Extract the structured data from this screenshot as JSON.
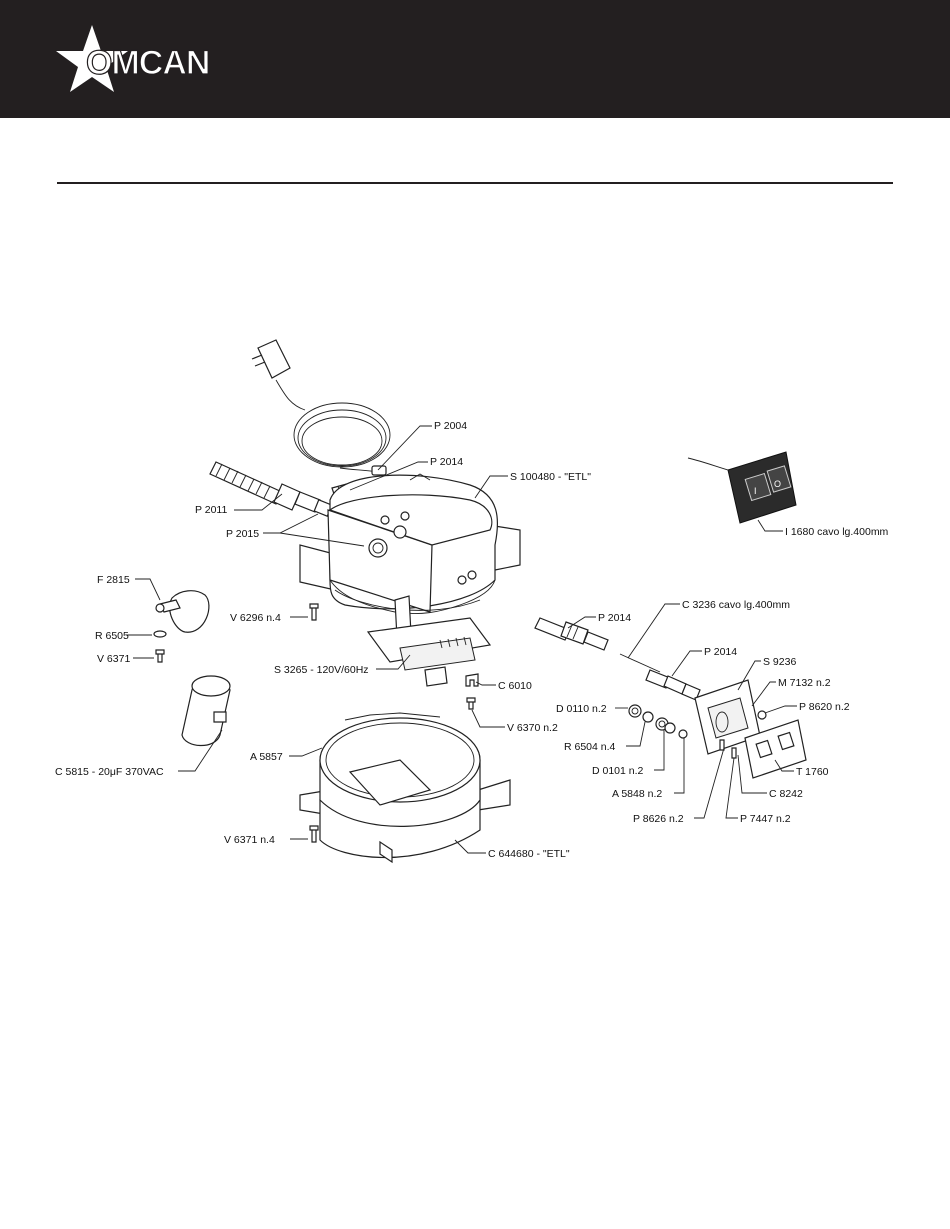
{
  "brand": {
    "name": "OMCAN"
  },
  "colors": {
    "header_bg": "#231f20",
    "rule": "#231f20",
    "brand_text": "#ffffff"
  },
  "labels": {
    "p2004": "P 2004",
    "p2014_top": "P 2014",
    "s100480": "S 100480   - \"ETL\"",
    "p2011": "P 2011",
    "p2015": "P 2015",
    "i1680": "I 1680  cavo lg.400mm",
    "f2815": "F 2815",
    "v6296": "V 6296  n.4",
    "r6505": "R 6505",
    "v6371_a": "V 6371",
    "p2014_mid": "P 2014",
    "c3236": "C 3236  cavo lg.400mm",
    "s3265": "S 3265   - 120V/60Hz",
    "p2014_r": "P 2014",
    "s9236": "S 9236",
    "c6010": "C 6010",
    "m7132": "M 7132  n.2",
    "v6370": "V 6370  n.2",
    "p8620": "P 8620  n.2",
    "d0110": "D 0110  n.2",
    "r6504": "R 6504  n.4",
    "a5857": "A 5857",
    "c5815": "C 5815   - 20μF 370VAC",
    "d0101": "D 0101  n.2",
    "t1760": "T 1760",
    "a5848": "A 5848  n.2",
    "c8242": "C 8242",
    "p8626": "P 8626  n.2",
    "p7447": "P 7447  n.2",
    "v6371_b": "V 6371  n.4",
    "c644680": "C 644680   - \"ETL\""
  }
}
